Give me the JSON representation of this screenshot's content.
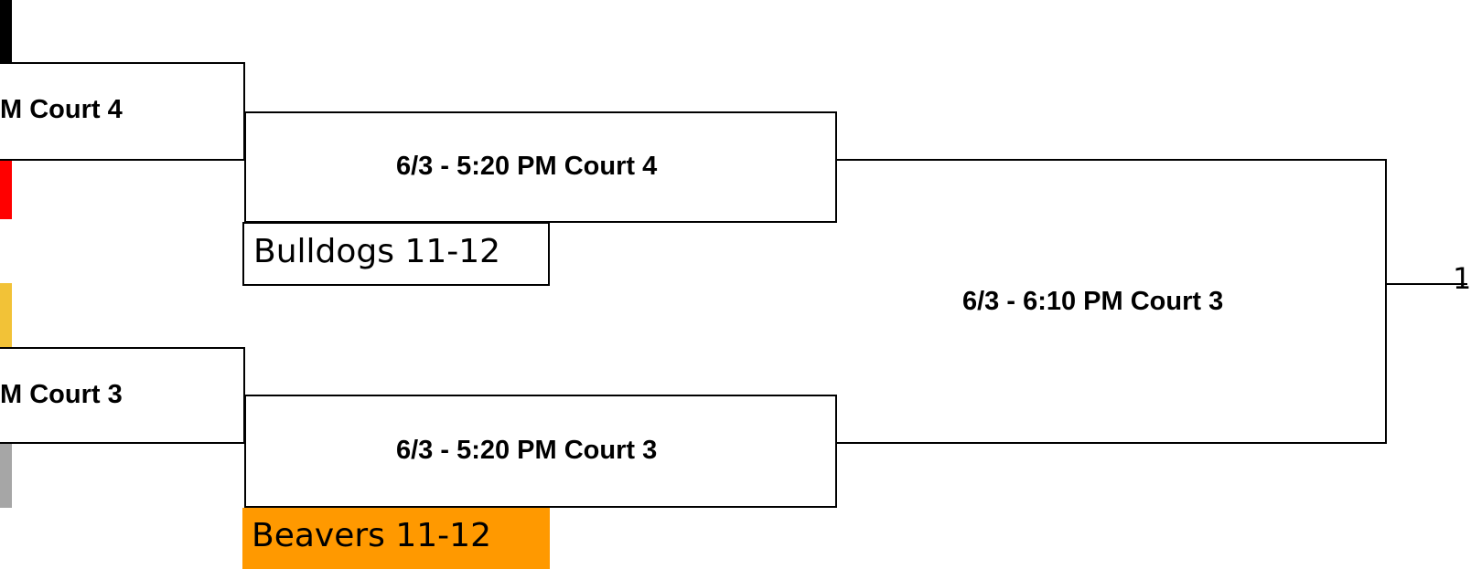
{
  "bracket": {
    "left_column": {
      "top_game_label": "M Court 4",
      "bottom_game_label": "M Court 3"
    },
    "middle_column": {
      "top_game_label": "6/3 - 5:20 PM Court 4",
      "bottom_game_label": "6/3 - 5:20 PM Court 3"
    },
    "final": {
      "game_label": "6/3 - 6:10 PM Court 3"
    },
    "teams": {
      "top_seed": "Bulldogs 11-12",
      "bottom_seed": "Beavers 11-12"
    },
    "right_edge_text": "1",
    "colors": {
      "bar_1": "#000000",
      "bar_2": "#ff0000",
      "bar_3": "#f2c237",
      "bar_4": "#a6a6a6",
      "beavers_fill": "#ff9900"
    }
  }
}
